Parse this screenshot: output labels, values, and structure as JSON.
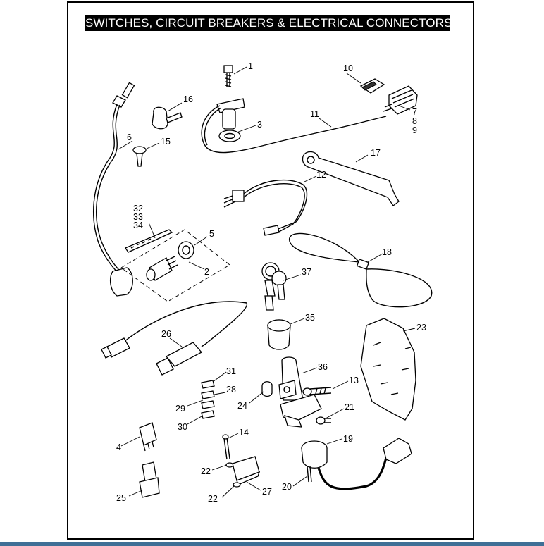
{
  "title": "SWITCHES, CIRCUIT BREAKERS & ELECTRICAL CONNECTORS",
  "colors": {
    "frame": "#000000",
    "title_bg": "#000000",
    "title_text": "#ffffff",
    "bottom_bar": "#3f6f96"
  },
  "callouts": {
    "n1": "1",
    "n2": "2",
    "n3": "3",
    "n4": "4",
    "n5": "5",
    "n6": "6",
    "n7": "7",
    "n8": "8",
    "n9": "9",
    "n10": "10",
    "n11": "11",
    "n12": "12",
    "n13": "13",
    "n14": "14",
    "n15": "15",
    "n16": "16",
    "n17": "17",
    "n18": "18",
    "n19": "19",
    "n20": "20",
    "n21": "21",
    "n22a": "22",
    "n22b": "22",
    "n23": "23",
    "n24": "24",
    "n25": "25",
    "n26": "26",
    "n27": "27",
    "n28": "28",
    "n29": "29",
    "n30": "30",
    "n31": "31",
    "n32": "32",
    "n33": "33",
    "n34": "34",
    "n35": "35",
    "n36": "36",
    "n37": "37"
  }
}
